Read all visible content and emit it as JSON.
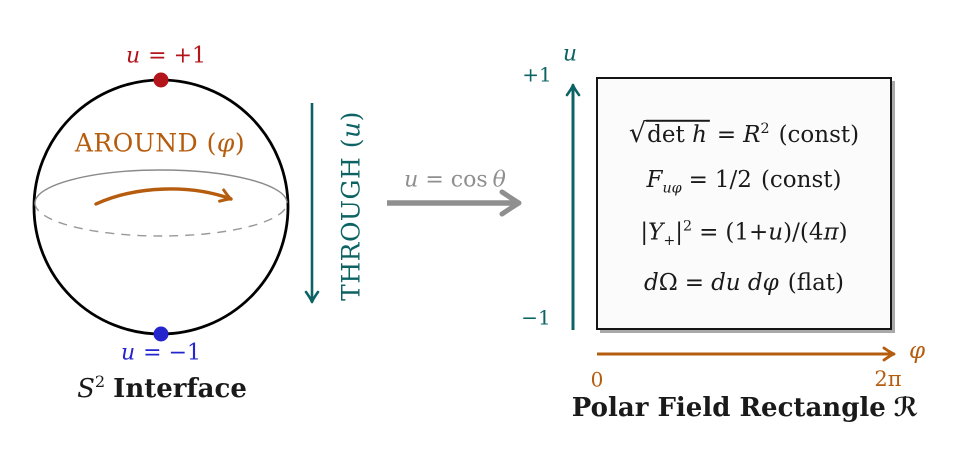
{
  "colors": {
    "ink": "#1a1a1a",
    "red": "#b3151b",
    "blue": "#2525cd",
    "orange": "#b65c0e",
    "teal": "#0d6363",
    "gray": "#8f8f8f",
    "panel_fill": "#fbfbfb",
    "panel_border": "#151515",
    "panel_shadow": "#a9a9a9"
  },
  "sphere": {
    "top_pole": {
      "var": "u",
      "rest": "= +1"
    },
    "bottom_pole": {
      "var": "u",
      "rest": "= −1"
    },
    "around": {
      "prefix": "AROUND (",
      "var": "φ",
      "suffix": ")"
    },
    "through": {
      "prefix": "THROUGH (",
      "var": "u",
      "suffix": ")"
    },
    "caption": {
      "var": "S",
      "exp": "2",
      "rest": "Interface"
    }
  },
  "map_arrow": {
    "var": "u",
    "eq": "=",
    "op": "cos",
    "angle": "θ"
  },
  "panel": {
    "eq1": {
      "sqrt": "√",
      "rad_op": "det ",
      "rad_var": "h",
      "eq": "=",
      "base": "R",
      "exp": "2",
      "note": "(const)"
    },
    "eq2": {
      "base": "F",
      "sub": "uφ",
      "eq": "=",
      "rhs": "1/2",
      "note": "(const)"
    },
    "eq3": {
      "bar1": "|",
      "base": "Y",
      "sub": "+",
      "bar2": "|",
      "exp": "2",
      "eq": "=",
      "p1": "(1+",
      "u": "u",
      "p2": ")/(4",
      "pi": "π",
      "p3": ")"
    },
    "eq4": {
      "d": "d",
      "omega": "Ω",
      "eq": "=",
      "rhs": "du dφ",
      "note": "(flat)"
    },
    "caption": {
      "text": "Polar Field Rectangle",
      "script": "ℛ"
    }
  },
  "axes": {
    "u": {
      "label": "u",
      "top": "+1",
      "bottom": "−1"
    },
    "phi": {
      "label": "φ",
      "start": "0",
      "end": "2π"
    }
  }
}
